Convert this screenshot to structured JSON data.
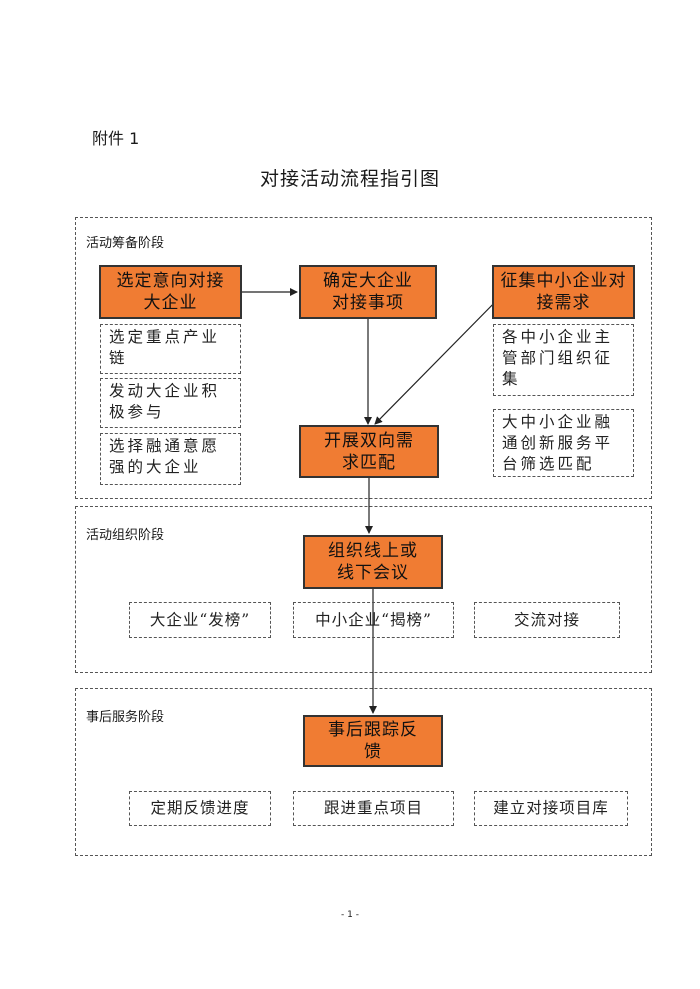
{
  "annex": "附件 1",
  "title": "对接活动流程指引图",
  "stages": [
    {
      "label": "活动筹备阶段",
      "main_boxes": [
        "选定意向对接大企业",
        "确定大企业对接事项",
        "征集中小企业对接需求",
        "开展双向需求匹配"
      ],
      "sub_boxes": [
        "选定重点产业链",
        "发动大企业积极参与",
        "选择融通意愿强的大企业",
        "各中小企业主管部门组织征集",
        "大中小企业融通创新服务平台筛选匹配"
      ]
    },
    {
      "label": "活动组织阶段",
      "main_boxes": [
        "组织线上或线下会议"
      ],
      "sub_boxes": [
        "大企业“发榜”",
        "中小企业“揭榜”",
        "交流对接"
      ]
    },
    {
      "label": "事后服务阶段",
      "main_boxes": [
        "事后跟踪反馈"
      ],
      "sub_boxes": [
        "定期反馈进度",
        "跟进重点项目",
        "建立对接项目库"
      ]
    }
  ],
  "page_number": "- 1 -",
  "colors": {
    "process_fill": "#f07c33",
    "border": "#333333"
  }
}
